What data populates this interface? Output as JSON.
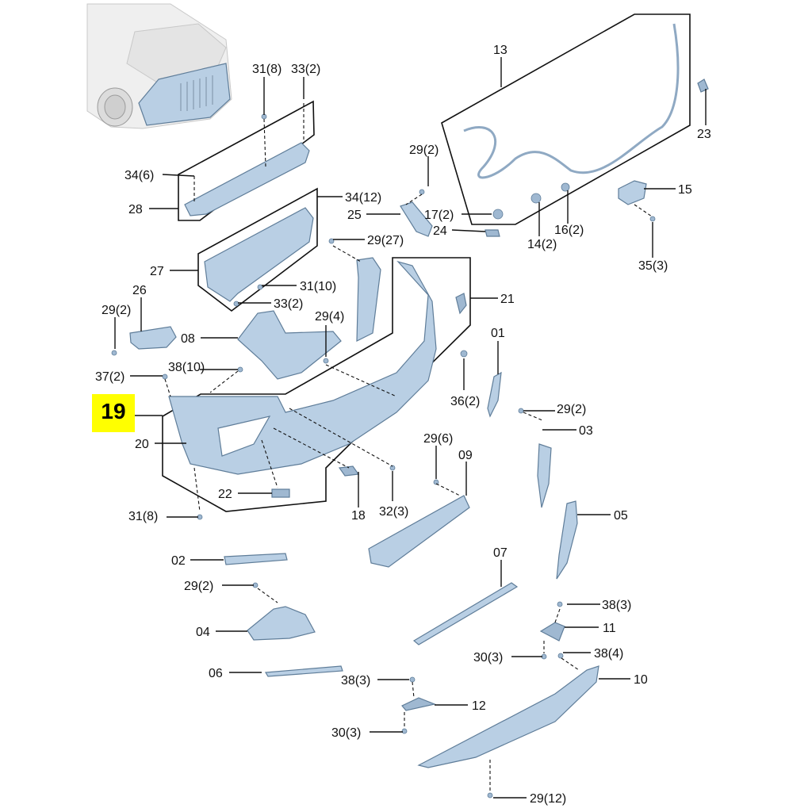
{
  "highlight": {
    "label": "19",
    "color": "#ffff00"
  },
  "colors": {
    "part_fill": "#b9cfe4",
    "part_stroke": "#5f7d99"
  },
  "callouts": [
    "31(8)",
    "33(2)",
    "34(6)",
    "28",
    "34(12)",
    "27",
    "31(10)",
    "33(2)",
    "29(27)",
    "26",
    "29(2)",
    "08",
    "29(4)",
    "37(2)",
    "38(10)",
    "20",
    "21",
    "01",
    "36(2)",
    "22",
    "18",
    "32(3)",
    "31(8)",
    "13",
    "23",
    "29(2)",
    "25",
    "17(2)",
    "24",
    "14(2)",
    "16(2)",
    "15",
    "35(3)",
    "29(2)",
    "03",
    "29(6)",
    "09",
    "05",
    "02",
    "29(2)",
    "04",
    "07",
    "38(3)",
    "11",
    "30(3)",
    "38(4)",
    "06",
    "38(3)",
    "10",
    "12",
    "30(3)",
    "29(12)"
  ]
}
